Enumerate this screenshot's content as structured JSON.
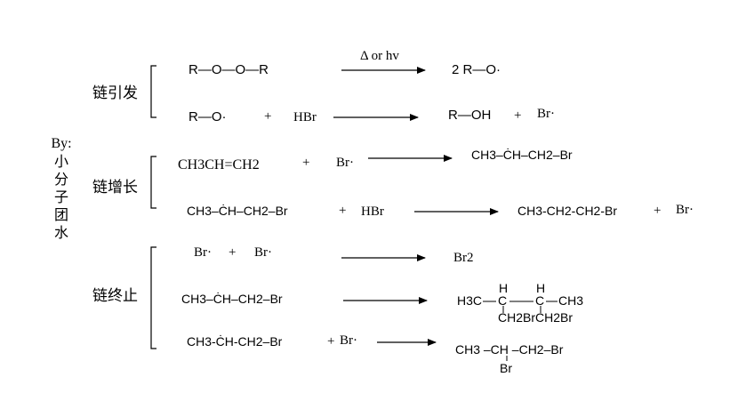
{
  "labels": {
    "initiation": "链引发",
    "propagation": "链增长",
    "termination": "链终止"
  },
  "author": {
    "by": "By:",
    "name": [
      "小",
      "分",
      "子",
      "团",
      "水"
    ]
  },
  "initiation": {
    "r1": {
      "reactant": "R—O—O—R",
      "condition": "Δ or hv",
      "product": "2  R—O·"
    },
    "r2": {
      "reactant_a": "R—O·",
      "plus1": "+",
      "reactant_b": "HBr",
      "product_a": "R—OH",
      "plus2": "+",
      "product_b": "Br·"
    }
  },
  "propagation": {
    "r1": {
      "reactant_a": "CH3CH=CH2",
      "plus1": "+",
      "reactant_b": "Br·",
      "product": "CH3–ĊH–CH2–Br"
    },
    "r2": {
      "reactant_a": "CH3–ĊH–CH2–Br",
      "plus1": "+",
      "reactant_b": "HBr",
      "product_a": "CH3-CH2-CH2-Br",
      "plus2": "+",
      "product_b": "Br·"
    }
  },
  "termination": {
    "r1": {
      "reactant_a": "Br·",
      "plus1": "+",
      "reactant_b": "Br·",
      "product": "Br2"
    },
    "r2": {
      "reactant": "CH3–ĊH–CH2–Br",
      "product_top_left": "H3C",
      "product_H1": "H",
      "product_C1": "C",
      "product_H2": "H",
      "product_C2": "C",
      "product_top_right": "CH3",
      "product_bottom": "CH2BrCH2Br"
    },
    "r3": {
      "reactant_a": "CH3-ĊH-CH2–Br",
      "plus1": "+",
      "reactant_b": "Br·",
      "product_chain": "CH3 –CH –CH2–Br",
      "product_branch": "Br"
    }
  }
}
